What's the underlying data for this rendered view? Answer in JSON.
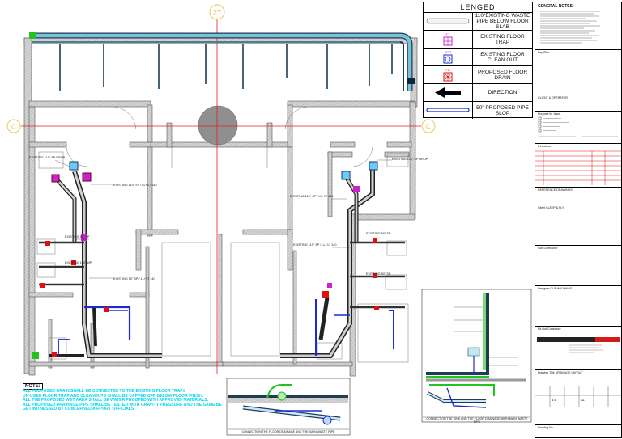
{
  "grid": {
    "col_27": "27",
    "row_c_left": "C",
    "row_c_right": "C"
  },
  "legend": {
    "title": "LENGED",
    "items": [
      {
        "label": "110\"EXISTING WASTE PIPE BELOW FLOOR SLAB",
        "symbol": "existing-pipe"
      },
      {
        "label": "EXISTING FLOOR TRAP",
        "symbol": "floor-trap",
        "tag": "FT"
      },
      {
        "label": "EXISTING FLOOR CLEAN OUT",
        "symbol": "clean-out",
        "tag": "FCO"
      },
      {
        "label": "PROPOSED FLOOR DRAIN",
        "symbol": "floor-drain",
        "tag": "FD"
      },
      {
        "label": "DIRECTION",
        "symbol": "direction-arrow"
      },
      {
        "label": "50\" PROPOSED PIPE SLOP",
        "symbol": "proposed-pipe"
      }
    ]
  },
  "plan_labels": {
    "left_drop": "EXISTING 110\" SP DROP",
    "left_riser": "EXISTING 110\" SP / LL+17 140",
    "left_sp": "EXISTING 50\" SP",
    "left_wp": "EXISTING 110\" WP",
    "left_lower": "EXISTING 50\" SP / LL+17 140",
    "right_drop": "EXISTING 110\" SP DROP",
    "right_sp1": "EXISTING 110\" SP / LL+17 140",
    "right_sp2": "EXISTING 50\" SP",
    "right_sp3": "EXISTING 110\" SP / LL+17 140",
    "right_sp4": "EXISTING 50\" SP"
  },
  "notes": {
    "title": "NOTE:",
    "lines": [
      "ALL PROPOSED DRAIN SHALL BE CONNECTED TO THE EXISTING FLOOR TRAPS",
      "UN-USED FLOOR TRAP AND CLEANOUTS SHALL BE CAPPED OFF BELOW FLOOR FINISH.",
      "ALL THE PROPOSED WET AREA SHALL BE WATER PROOFED WITH APPROVED MATERIALS.",
      "ALL PROPOSED DRAINAGE PIPE SHALL BE TESTED WITH GRAVITY PRESSURE AND THE SAME BE GET WITNESSED BY CONCERNED AIRPORT OFFICIALS"
    ]
  },
  "details": {
    "section_caption": "CONNECTION THE FLOOR DRAINAGE AND THE MAIN WASTE PIPE",
    "section_right_caption": "CONNECTION THE SINK AND THE FLOOR DRAINAGE WITH MAIN WASTE PIPE"
  },
  "title_block": {
    "general_notes_title": "GENERAL NOTES:",
    "key_plan": "Key Plan",
    "client": "CLIENT & OPERATOR",
    "purpose": "Purpose for Issue",
    "revision": "Revisions",
    "reference": "REFERENCE DRAWINGS",
    "client_name": "Client   SLEEP & FLY",
    "sub_contractor": "Sub-Contractor",
    "designer": "Designer   GLB HOLDINGS",
    "fitout_contractor": "Fit-Out Contractor",
    "drawing_title": "Drawing Title   DRAINAGE LAYOUT",
    "scale": "1:4",
    "size": "A1",
    "drawing_no": "Drawing No."
  },
  "colors": {
    "wall": "#c9c9c9",
    "grid_line": "#e02020",
    "proposed_pipe": "#1a2bd6",
    "existing_pipe": "#6d8fa5",
    "note_text": "#00d6ee",
    "accent_green": "#22c222",
    "drain_red": "#e01010",
    "trap_magenta": "#cc22cc"
  }
}
